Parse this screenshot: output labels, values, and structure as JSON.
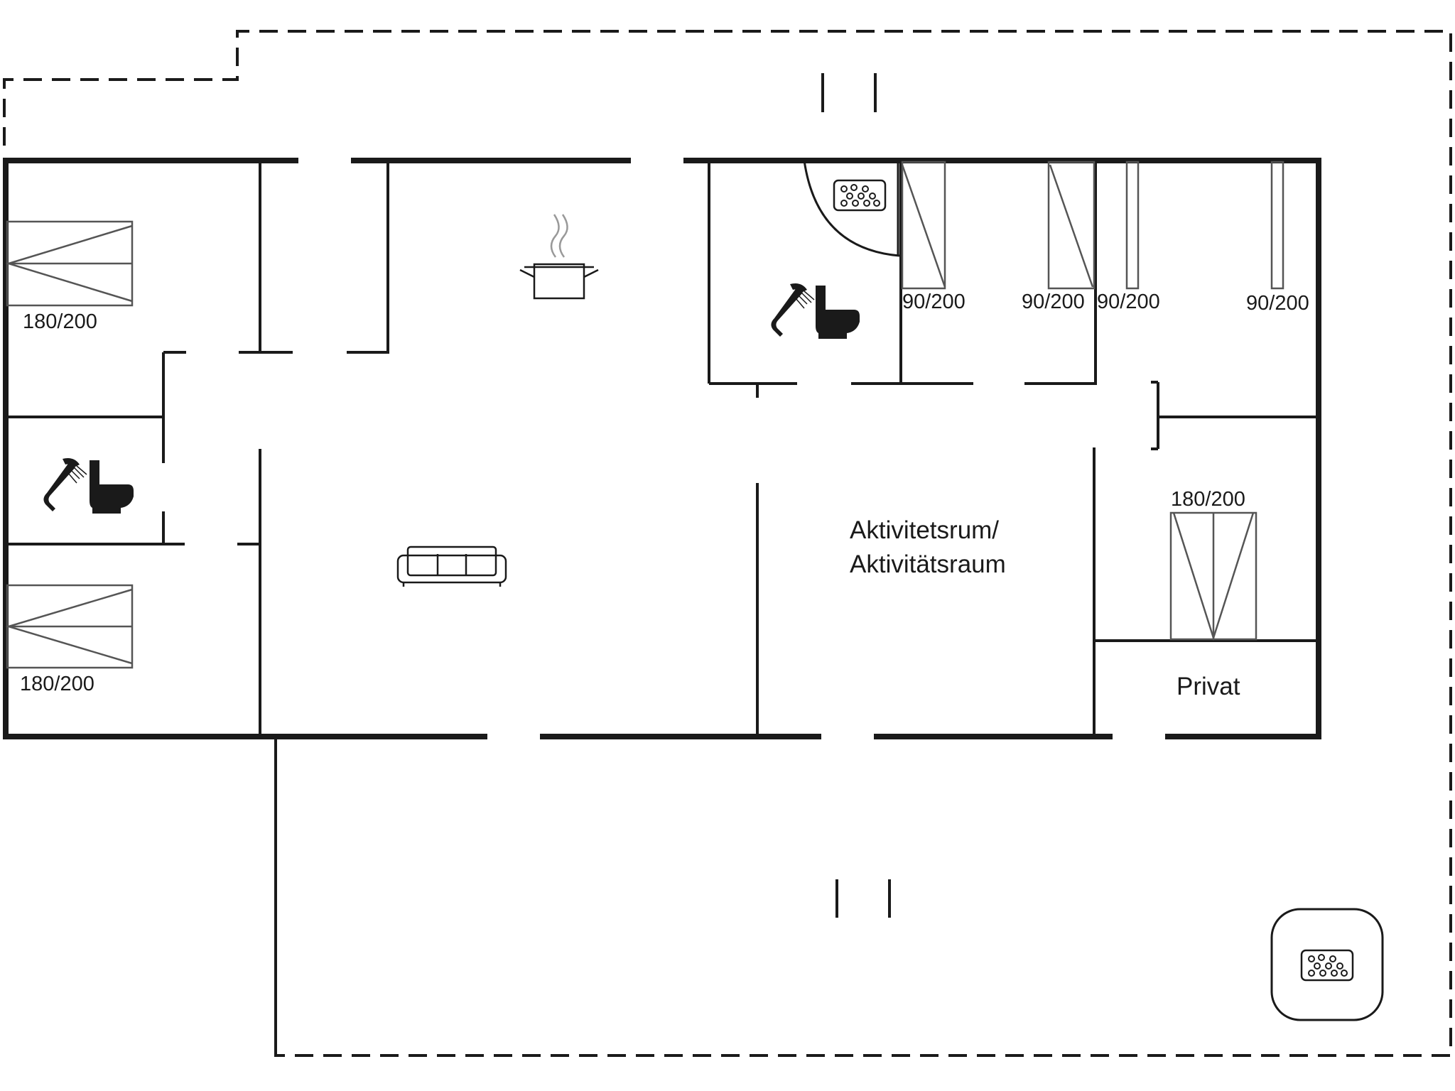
{
  "rooms": {
    "activity_room_line1": "Aktivitetsrum/",
    "activity_room_line2": "Aktivitätsraum",
    "private_room": "Privat"
  },
  "beds": {
    "bedroom_top_left": "180/200",
    "bedroom_bottom_left": "180/200",
    "bedroom_right": "180/200",
    "single_1": "90/200",
    "single_2": "90/200",
    "single_3": "90/200",
    "single_4": "90/200"
  },
  "icons": {
    "kitchen": "cooking-pot-icon",
    "living": "sofa-icon",
    "spa_indoor": "whirlpool-icon",
    "spa_outdoor": "outdoor-hot-tub-icon",
    "bathroom_1": "shower-toilet-icon",
    "bathroom_2": "shower-toilet-icon"
  },
  "colors": {
    "wall": "#1a1a1a",
    "background": "#ffffff"
  }
}
